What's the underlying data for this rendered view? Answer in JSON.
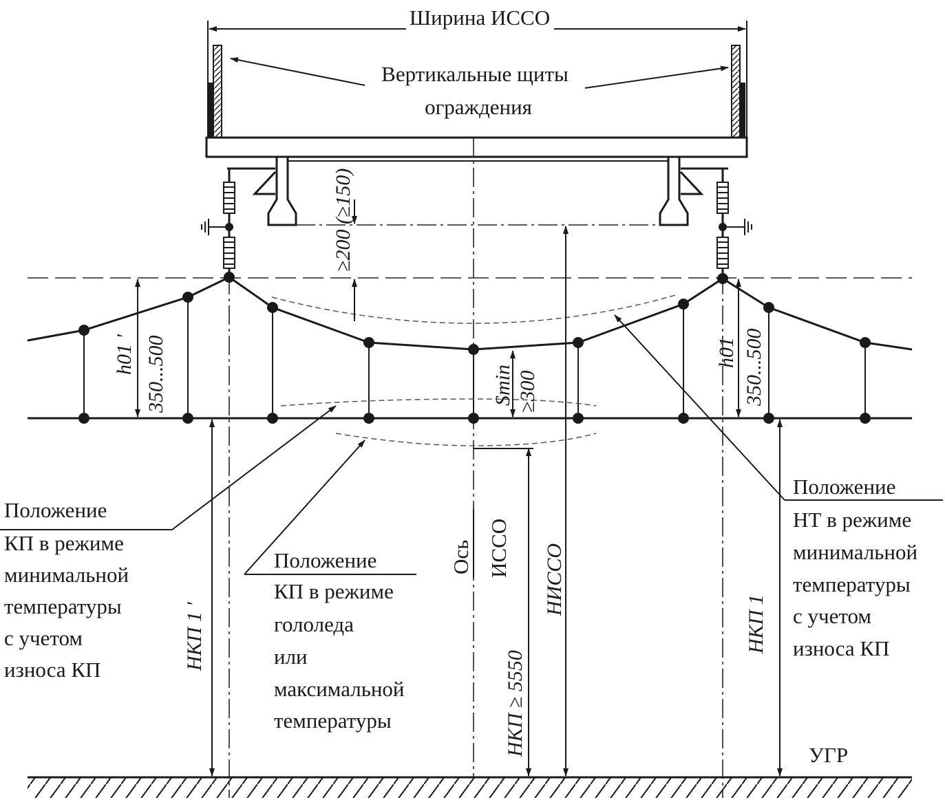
{
  "title": "Ширина ИССО",
  "labels": {
    "shields_line1": "Вертикальные щиты",
    "shields_line2": "ограждения",
    "clearance_150": "≥200 (≥150)",
    "h01_left": "h01 ′",
    "h01_left_range": "350...500",
    "h01_right": "h01",
    "h01_right_range": "350...500",
    "smin": "Smin",
    "smin_value": "≥300",
    "axis_line1": "Ось",
    "axis_line2": "ИССО",
    "h_kp1_left": "HКП 1 ′",
    "h_kp": "HКП ≥ 5550",
    "h_isso": "HИССО",
    "h_kp1_right": "HКП 1",
    "ugr": "УГР"
  },
  "notes": {
    "left": [
      "Положение",
      "КП в режиме",
      "минимальной",
      "температуры",
      "с учетом",
      "износа КП"
    ],
    "middle": [
      "Положение",
      "КП в режиме",
      "гололеда",
      "или",
      "максимальной",
      "температуры"
    ],
    "right": [
      "Положение",
      "НТ в режиме",
      "минимальной",
      "температуры",
      "с учетом",
      "износа КП"
    ]
  }
}
